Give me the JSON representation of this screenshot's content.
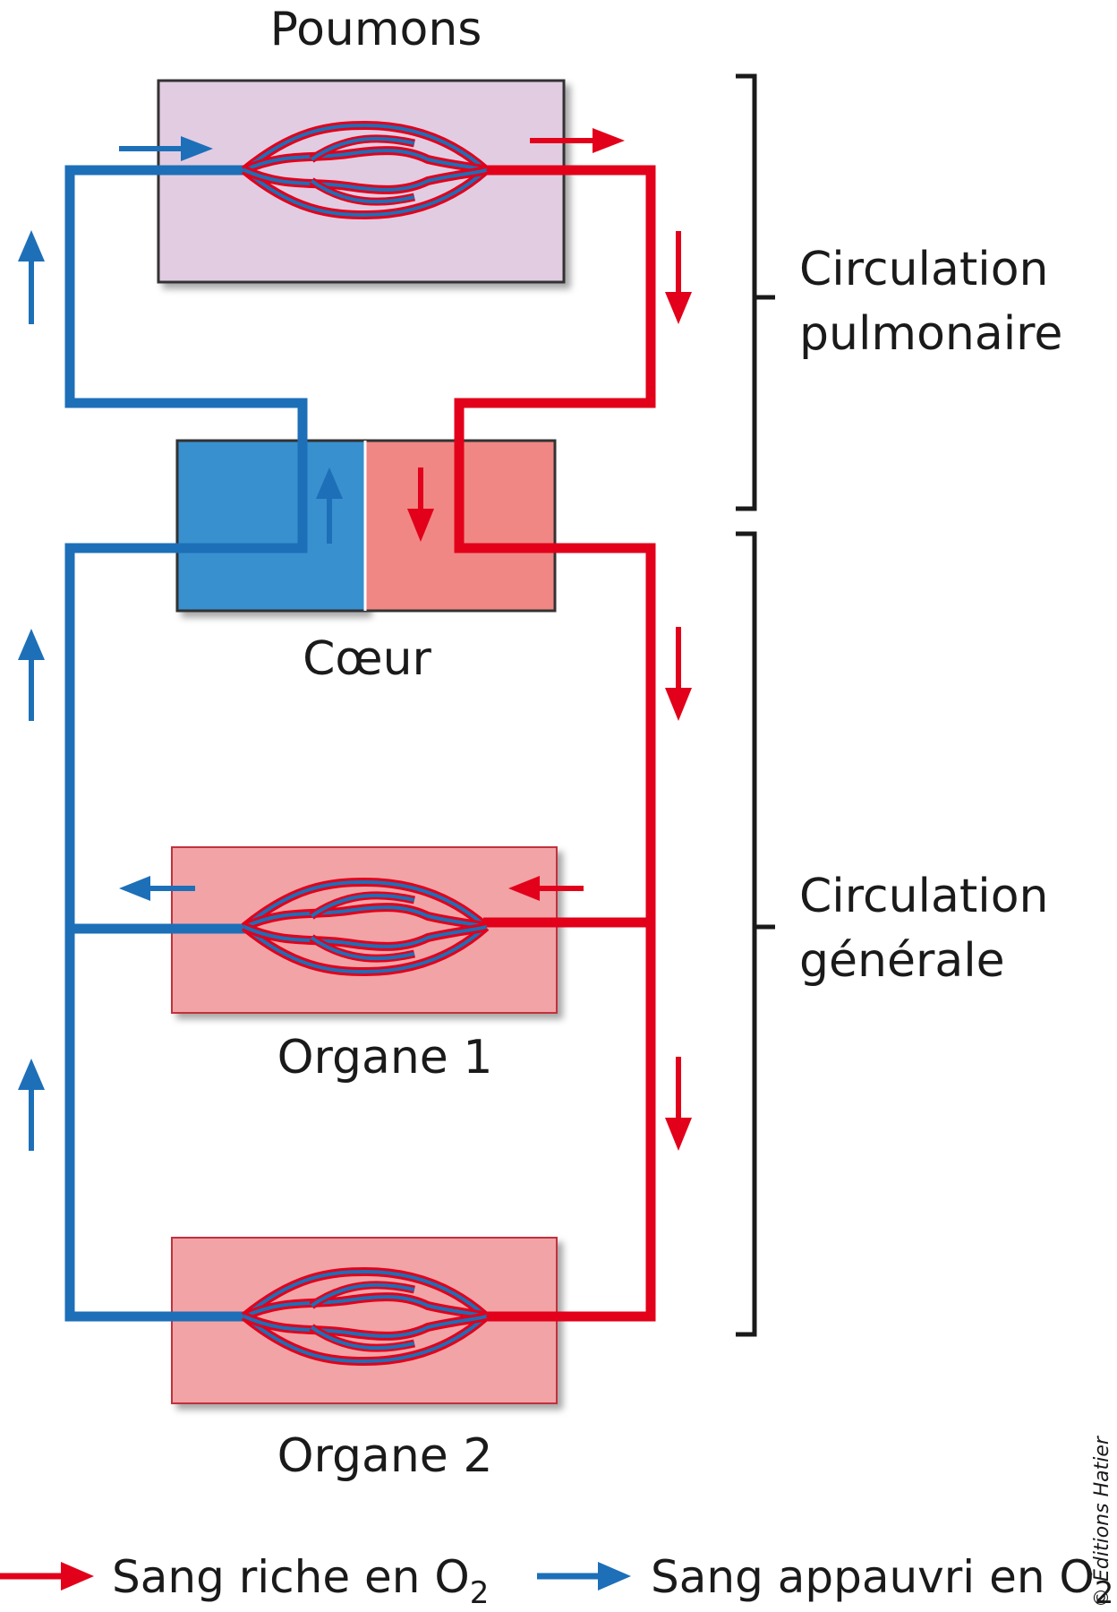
{
  "labels": {
    "lungs": "Poumons",
    "heart": "Cœur",
    "organ1": "Organe 1",
    "organ2": "Organe 2"
  },
  "brackets": {
    "pulmonary_line1": "Circulation",
    "pulmonary_line2": "pulmonaire",
    "general_line1": "Circulation",
    "general_line2": "générale"
  },
  "legend": {
    "oxygenated_text": "Sang riche en O",
    "oxygenated_sub": "2",
    "deoxygenated_text": "Sang appauvri en O",
    "deoxygenated_sub": "2"
  },
  "copyright": "© Éditions Hatier",
  "colors": {
    "oxygenated": "#e2001a",
    "deoxygenated": "#1d6fb8",
    "lungs_fill": "#e2cce2",
    "organ_fill": "#f2a3a6",
    "heart_left_fill": "#3790cf",
    "heart_right_fill": "#f08784"
  }
}
